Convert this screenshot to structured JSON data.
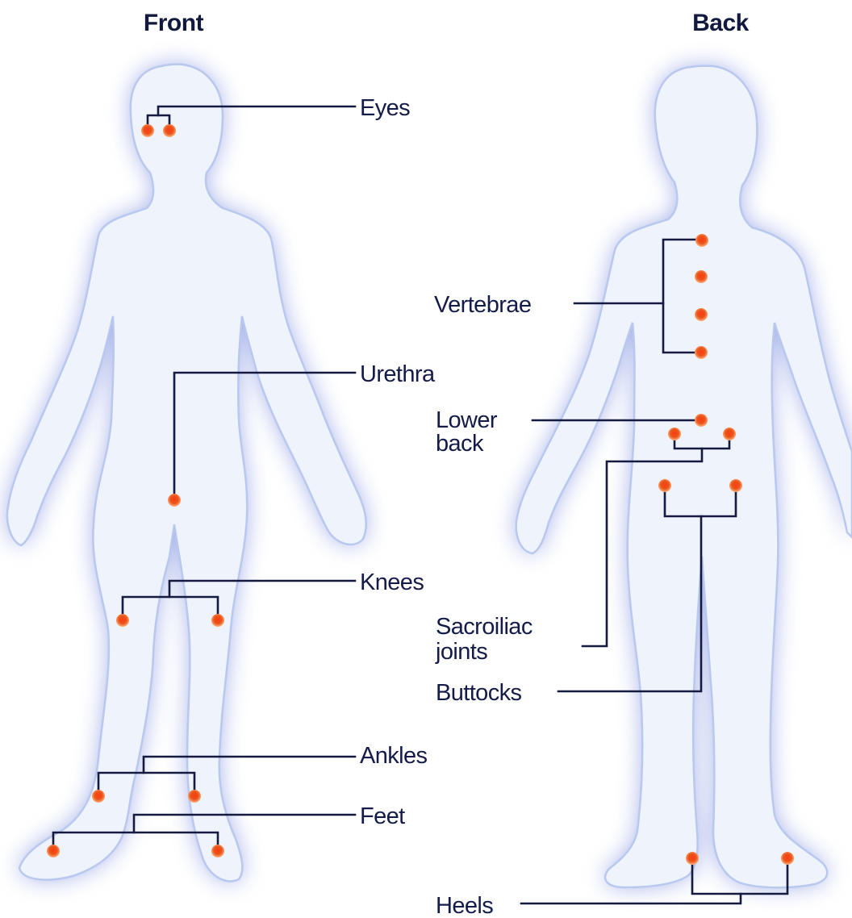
{
  "views": {
    "front": "Front",
    "back": "Back"
  },
  "labels": {
    "eyes": "Eyes",
    "urethra": "Urethra",
    "knees": "Knees",
    "ankles": "Ankles",
    "feet": "Feet",
    "vertebrae": "Vertebrae",
    "lower_back": [
      "Lower",
      "back"
    ],
    "sacroiliac_joints": [
      "Sacroiliac",
      "joints"
    ],
    "buttocks": "Buttocks",
    "heels": "Heels"
  },
  "colors": {
    "body": "#eef3fc",
    "glow": "#5f74d8",
    "marker": "#e8551c",
    "marker_rim": "#ffb07a",
    "line": "#141a40",
    "text": "#141b48"
  }
}
